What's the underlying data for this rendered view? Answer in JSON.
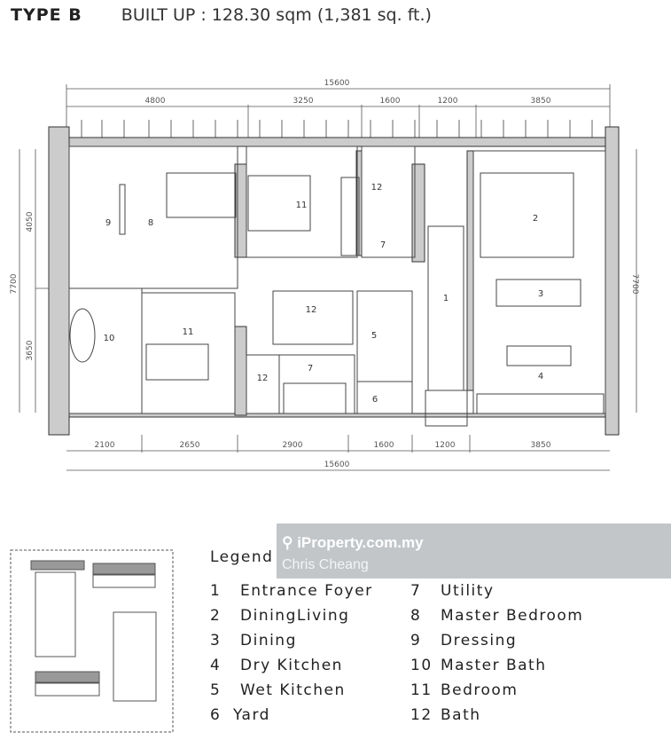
{
  "header": {
    "type": "TYPE B",
    "built_up": "BUILT UP : 128.30 sqm (1,381 sq. ft.)"
  },
  "dimensions": {
    "top_total": "15600",
    "top_segments": [
      "4800",
      "3250",
      "1600",
      "1200",
      "3850"
    ],
    "bottom_total": "15600",
    "bottom_segments": [
      "2100",
      "2650",
      "2900",
      "1600",
      "1200",
      "3850"
    ],
    "left_segments": [
      "4050",
      "3650"
    ],
    "left_total": "7700",
    "right_total": "7700"
  },
  "rooms": {
    "r8": "8",
    "r9": "9",
    "r11a": "11",
    "r12a": "12",
    "r7a": "7",
    "r2": "2",
    "r1": "1",
    "r3": "3",
    "r12b": "12",
    "r5": "5",
    "r10": "10",
    "r11b": "11",
    "r12c": "12",
    "r7b": "7",
    "r6": "6",
    "r4": "4"
  },
  "legend": {
    "title": "Legend",
    "items": [
      {
        "num": "1",
        "label": "Entrance Foyer"
      },
      {
        "num": "2",
        "label": "DiningLiving"
      },
      {
        "num": "3",
        "label": "Dining"
      },
      {
        "num": "4",
        "label": "Dry Kitchen"
      },
      {
        "num": "5",
        "label": "Wet Kitchen"
      },
      {
        "num": "6",
        "label": "Yard"
      },
      {
        "num": "7",
        "label": "Utility"
      },
      {
        "num": "8",
        "label": "Master Bedroom"
      },
      {
        "num": "9",
        "label": "Dressing"
      },
      {
        "num": "10",
        "label": "Master Bath"
      },
      {
        "num": "11",
        "label": "Bedroom"
      },
      {
        "num": "12",
        "label": "Bath"
      }
    ]
  },
  "watermark": {
    "brand": "iProperty.com.my",
    "agent": "Chris Cheang"
  }
}
